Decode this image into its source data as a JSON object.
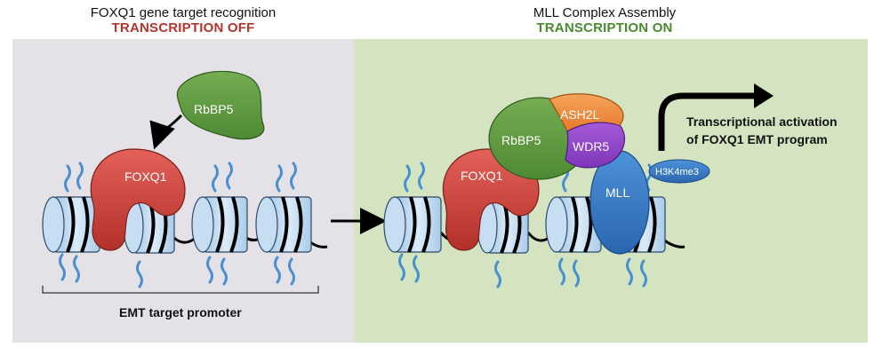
{
  "left_panel": {
    "title": "FOXQ1 gene target recognition",
    "state": "TRANSCRIPTION OFF",
    "rbbp5_label": "RbBP5",
    "foxq1_label": "FOXQ1",
    "promoter_label": "EMT target promoter"
  },
  "right_panel": {
    "title": "MLL Complex Assembly",
    "state": "TRANSCRIPTION ON",
    "foxq1_label": "FOXQ1",
    "rbbp5_label": "RbBP5",
    "ash2l_label": "ASH2L",
    "wdr5_label": "WDR5",
    "mll_label": "MLL",
    "mark_label": "H3K4me3",
    "activation_line1": "Transcriptional activation",
    "activation_line2": "of  FOXQ1 EMT program"
  },
  "colors": {
    "left_bg": "#e4e2e6",
    "right_bg": "#d4e4c0",
    "state_off": "#b3342c",
    "state_on": "#4a8a2e",
    "foxq1": "#c63a33",
    "rbbp5": "#5e9a3e",
    "ash2l": "#f08a3c",
    "wdr5": "#8e44c8",
    "mll": "#2f73c0",
    "nucleosome": "#bcd8ef",
    "histone_tail": "#4a8fd0"
  }
}
